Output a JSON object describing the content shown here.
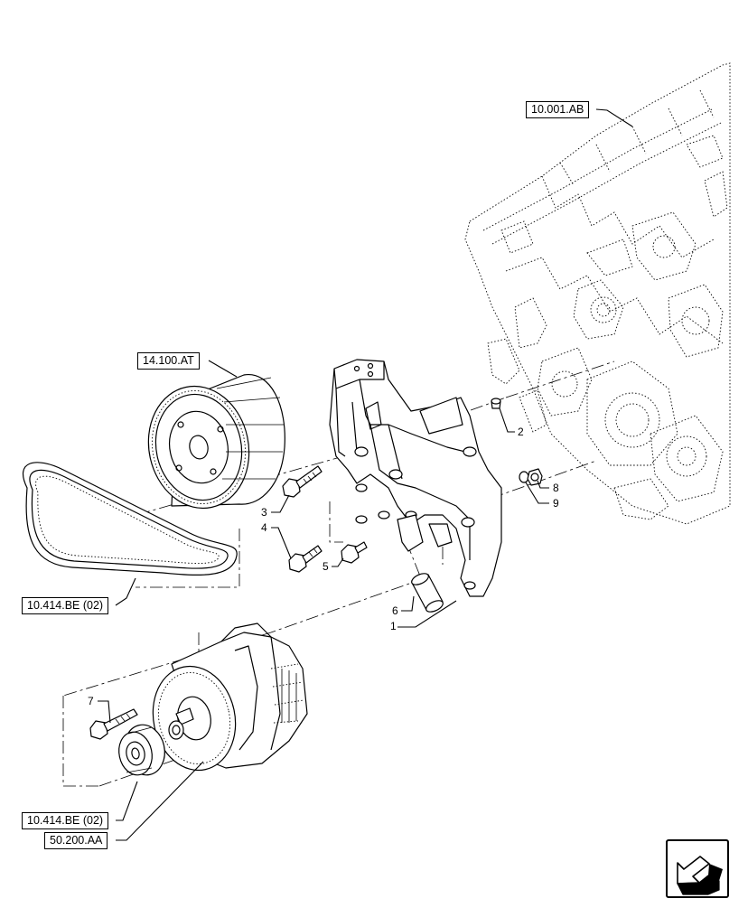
{
  "references": {
    "engine_block": "10.001.AB",
    "damper": "14.100.AT",
    "belt_upper": "10.414.BE (02)",
    "belt_lower": "10.414.BE (02)",
    "alternator": "50.200.AA"
  },
  "callouts": {
    "c1": "1",
    "c2": "2",
    "c3": "3",
    "c4": "4",
    "c5": "5",
    "c6": "6",
    "c7": "7",
    "c8": "8",
    "c9": "9"
  },
  "icons": {
    "nav": "view-direction-arrow-icon"
  }
}
